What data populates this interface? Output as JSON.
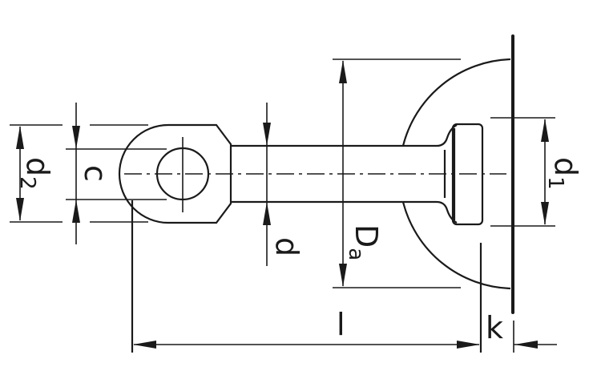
{
  "labels": {
    "d2": {
      "main": "d",
      "sub": "2"
    },
    "c": "c",
    "d": "d",
    "Da": {
      "main": "D",
      "sub": "a"
    },
    "d1": {
      "main": "d",
      "sub": "1"
    },
    "l": "l",
    "k": "k"
  }
}
